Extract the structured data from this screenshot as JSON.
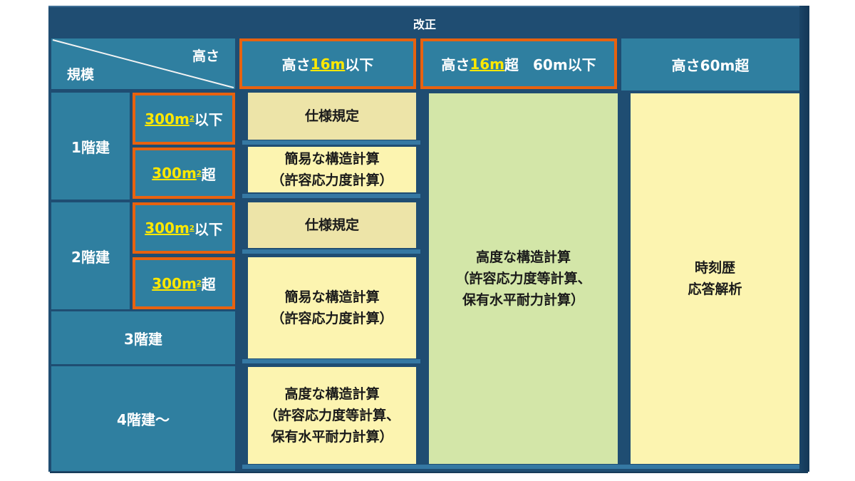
{
  "title": "改正",
  "corner": {
    "top_label": "高さ",
    "bottom_label": "規模"
  },
  "columns": [
    {
      "prefix": "高さ",
      "highlight": "16m",
      "suffix": "以下"
    },
    {
      "prefix": "高さ",
      "highlight": "16m",
      "suffix": "超　60m以下"
    },
    {
      "label": "高さ60m超"
    }
  ],
  "rows": [
    {
      "label": "1階建",
      "sub": [
        {
          "highlight": "300m",
          "sup": "2",
          "suffix": "以下"
        },
        {
          "highlight": "300m",
          "sup": "2",
          "suffix": "超"
        }
      ]
    },
    {
      "label": "2階建",
      "sub": [
        {
          "highlight": "300m",
          "sup": "2",
          "suffix": "以下"
        },
        {
          "highlight": "300m",
          "sup": "2",
          "suffix": "超"
        }
      ]
    },
    {
      "label": "3階建"
    },
    {
      "label": "4階建～"
    }
  ],
  "cells": {
    "col1": [
      "仕様規定",
      "簡易な構造計算\n（許容応力度計算）",
      "仕様規定",
      "簡易な構造計算\n（許容応力度計算）",
      "高度な構造計算\n（許容応力度等計算、\n保有水平耐力計算）"
    ],
    "col2": "高度な構造計算\n（許容応力度等計算、\n保有水平耐力計算）",
    "col3": "時刻歴\n応答解析"
  },
  "colors": {
    "frame": "#1f4d72",
    "header_blue": "#2f7fa0",
    "highlight_border": "#e8620f",
    "highlight_text": "#ffe800",
    "spec_cell": "#ede4a8",
    "calc_cell": "#fcf4b0",
    "advanced_cell": "#d3e6a8"
  }
}
